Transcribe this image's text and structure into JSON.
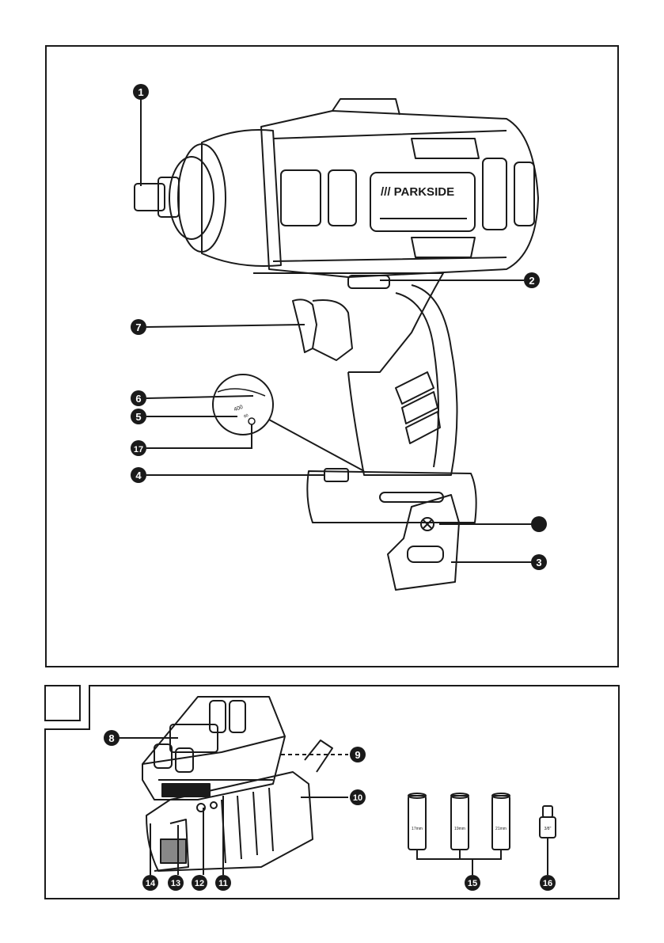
{
  "brand": {
    "logo_text": "/// PARKSIDE"
  },
  "dial": {
    "value_a": "400",
    "value_b": "80"
  },
  "socket_sizes": [
    "17mm",
    "19mm",
    "21mm"
  ],
  "adapter_label": "3/8\"",
  "callouts": {
    "c1": "1",
    "c2": "2",
    "c3": "3",
    "c4": "4",
    "c5": "5",
    "c6": "6",
    "c7": "7",
    "c8": "8",
    "c9": "9",
    "c10": "10",
    "c11": "11",
    "c12": "12",
    "c13": "13",
    "c14": "14",
    "c15": "15",
    "c16": "16",
    "c17": "17",
    "c18": ""
  },
  "colors": {
    "line": "#1a1a1a",
    "fill_dark": "#1a1a1a",
    "fill_mid": "#888888",
    "background": "#ffffff"
  }
}
